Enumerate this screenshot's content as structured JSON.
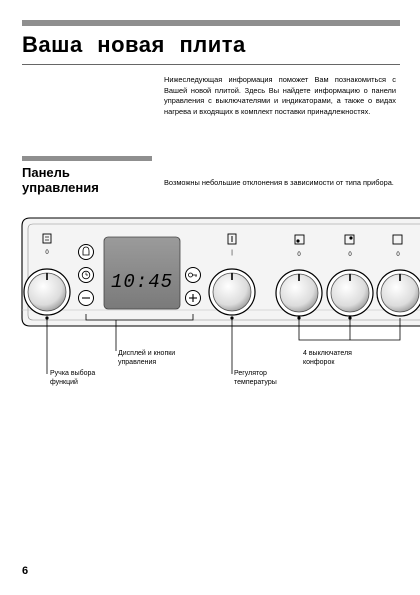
{
  "title": "Ваша новая плита",
  "intro": "Нижеследующая информация поможет Вам познакомиться с Вашей новой плитой. Здесь Вы найдете информацию о панели управления с выключателями и индикаторами, а также о видах нагрева и входящих в комплект поставки принадлежностях.",
  "section": {
    "title_line1": "Панель",
    "title_line2": "управления",
    "note": "Возможны небольшие отклонения в зависимости от типа прибора."
  },
  "panel": {
    "display_time": "10:45",
    "func_knob_mark": "0",
    "temp_knob_mark": "|",
    "burner_knob_marks": [
      "0",
      "0",
      "0"
    ],
    "buttons_left": [
      "bell-icon",
      "clock-icon",
      "minus-icon"
    ],
    "buttons_right": [
      "key-icon",
      "plus-icon"
    ]
  },
  "labels": {
    "function_knob": [
      "Ручка выбора",
      "функций"
    ],
    "display_buttons": [
      "Дисплей и кнопки",
      "управления"
    ],
    "temperature": [
      "Регулятор",
      "температуры"
    ],
    "burners": [
      "4 выключателя",
      "конфорок"
    ]
  },
  "page_number": "6"
}
